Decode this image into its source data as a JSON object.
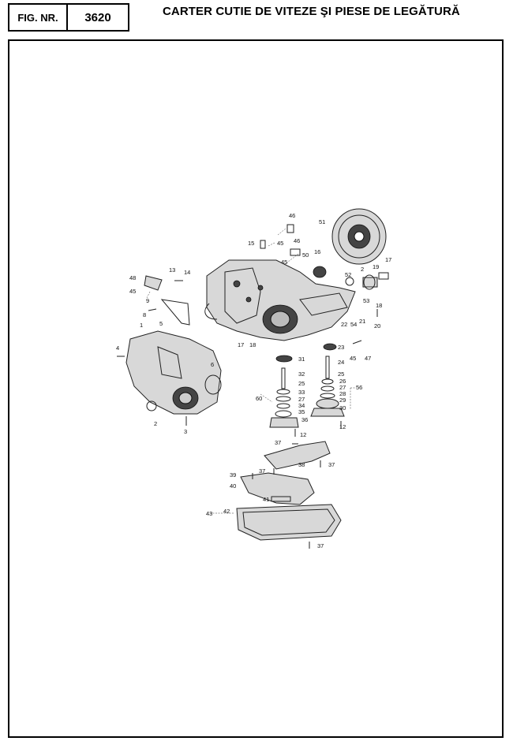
{
  "header": {
    "fig_label": "FIG. NR.",
    "fig_number": "3620",
    "title": "CARTER CUTIE DE VITEZE ŞI PIESE DE LEGĂTURĂ"
  },
  "callouts": {
    "c46a": "46",
    "c51": "51",
    "c15": "15",
    "c45a": "45",
    "c46b": "46",
    "c50": "50",
    "c16": "16",
    "c45b": "45",
    "c17a": "17",
    "c13": "13",
    "c14": "14",
    "c48": "48",
    "c45c": "45",
    "c52": "52",
    "c2a": "2",
    "c19": "19",
    "c9": "9",
    "c53": "53",
    "c18a": "18",
    "c8": "8",
    "c1": "1",
    "c5": "5",
    "c22": "22",
    "c54": "54",
    "c21": "21",
    "c20": "20",
    "c17b": "17",
    "c18b": "18",
    "c4": "4",
    "c23": "23",
    "c6": "6",
    "c31": "31",
    "c45d": "45",
    "c47": "47",
    "c24": "24",
    "c32": "32",
    "c25a": "25",
    "c25b": "25",
    "c26": "26",
    "c27a": "27",
    "c56": "56",
    "c33": "33",
    "c28": "28",
    "c60": "60",
    "c27b": "27",
    "c29": "29",
    "c34": "34",
    "c30": "30",
    "c35": "35",
    "c36": "36",
    "c2b": "2",
    "c12a": "12",
    "c3": "3",
    "c12b": "12",
    "c37a": "37",
    "c38": "38",
    "c37b": "37",
    "c37c": "37",
    "c39": "39",
    "c40": "40",
    "c41": "41",
    "c43": "43",
    "c42": "42",
    "c37d": "37"
  }
}
